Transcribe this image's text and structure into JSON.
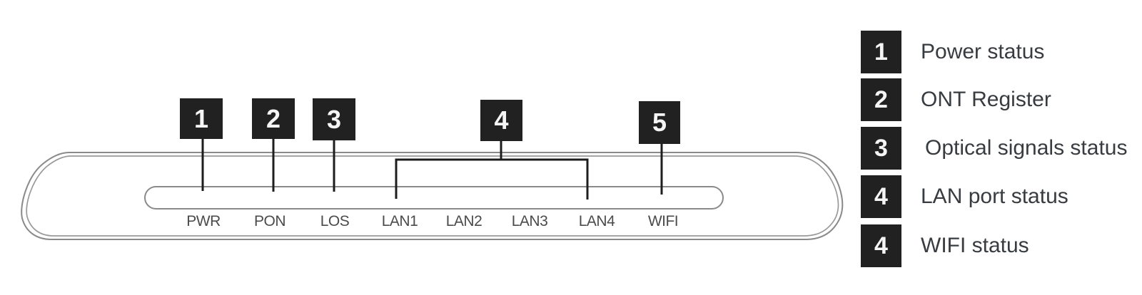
{
  "colors": {
    "badge_background": "#212121",
    "badge_number": "#f5f5f5",
    "device_outline": "#8a8a8a",
    "callout_line": "#1d1d1d",
    "led_label_text": "#4b4b4b",
    "legend_text": "#383c40"
  },
  "device": {
    "led_labels": [
      "PWR",
      "PON",
      "LOS",
      "LAN1",
      "LAN2",
      "LAN3",
      "LAN4",
      "WIFI"
    ],
    "callouts": [
      "1",
      "2",
      "3",
      "4",
      "5"
    ]
  },
  "legend": {
    "items": [
      {
        "number": "1",
        "label": "Power status"
      },
      {
        "number": "2",
        "label": "ONT Register"
      },
      {
        "number": "3",
        "label": "Optical signals status"
      },
      {
        "number": "4",
        "label": "LAN port status"
      },
      {
        "number": "4",
        "label": "WIFI status"
      }
    ]
  }
}
